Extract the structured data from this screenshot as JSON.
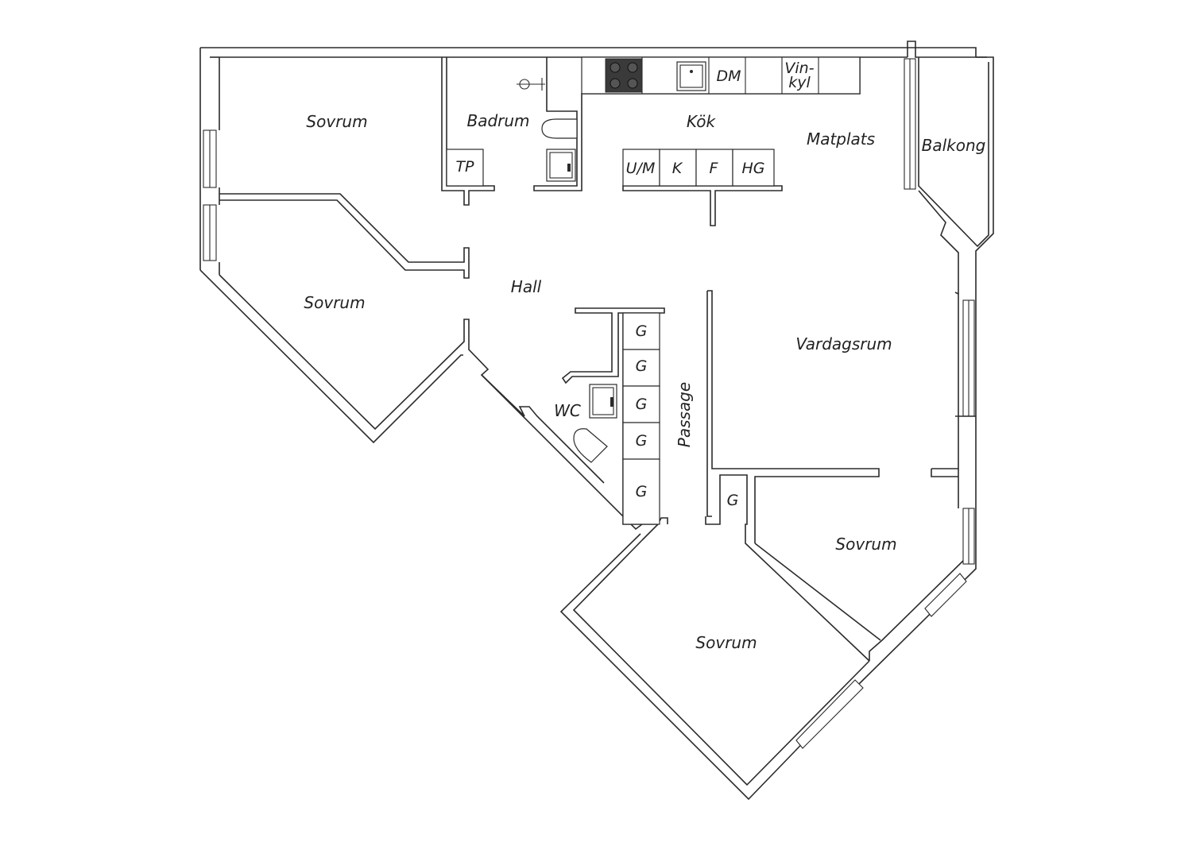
{
  "rooms": {
    "sovrum_1": "Sovrum",
    "sovrum_2": "Sovrum",
    "sovrum_3": "Sovrum",
    "sovrum_4": "Sovrum",
    "badrum": "Badrum",
    "kok": "Kök",
    "matplats": "Matplats",
    "balkong": "Balkong",
    "hall": "Hall",
    "vardagsrum": "Vardagsrum",
    "passage": "Passage",
    "wc": "WC"
  },
  "fixtures": {
    "tp": "TP",
    "dm": "DM",
    "vinkyl_line1": "Vin-",
    "vinkyl_line2": "kyl",
    "um": "U/M",
    "k": "K",
    "f": "F",
    "hg": "HG",
    "closet_g": "G"
  },
  "colors": {
    "wall": "#2b2b2b",
    "background": "#ffffff",
    "stove": "#3a3a3a"
  }
}
